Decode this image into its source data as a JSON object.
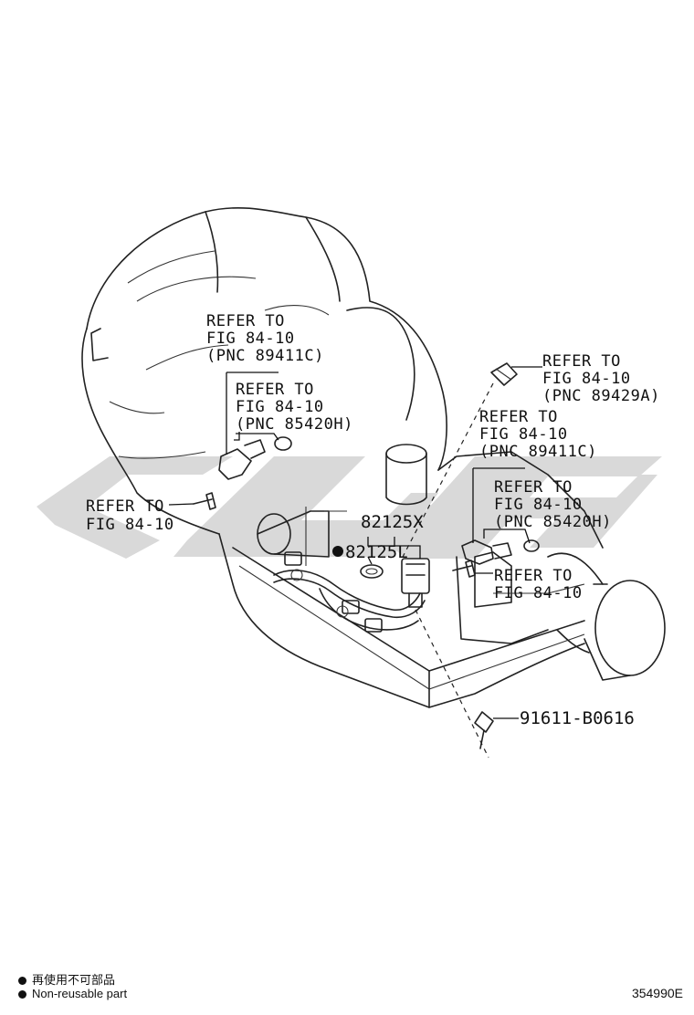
{
  "callouts": {
    "refer_1": [
      "REFER TO",
      "FIG 84-10",
      "(PNC 89411C)"
    ],
    "refer_2": [
      "REFER TO",
      "FIG 84-10",
      "(PNC 85420H)"
    ],
    "refer_3": [
      "REFER TO",
      "FIG 84-10"
    ],
    "refer_4": [
      "REFER TO",
      "FIG 84-10",
      "(PNC 89429A)"
    ],
    "refer_5": [
      "REFER TO",
      "FIG 84-10",
      "(PNC 89411C)"
    ],
    "refer_6": [
      "REFER TO",
      "FIG 84-10",
      "(PNC 85420H)"
    ],
    "refer_7": [
      "REFER TO",
      "FIG 84-10"
    ]
  },
  "part_numbers": {
    "wire_harness": "82125X",
    "gasket": "82125L",
    "bolt": "91611-B0616"
  },
  "legend": {
    "line_1": "再使用不可部品",
    "line_2": "Non-reusable part"
  },
  "figure_code": "354990E",
  "colors": {
    "watermark": "#d8d8d8",
    "line": "#222222"
  }
}
